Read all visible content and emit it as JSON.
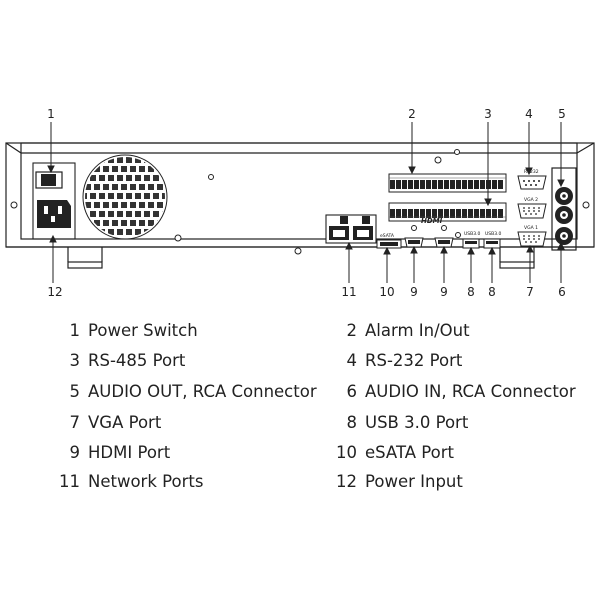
{
  "device_labels": {
    "hdmi_logo": "HDMI",
    "rs232": "RS232",
    "vga1": "VGA 1",
    "vga2": "VGA 2",
    "esata": "eSATA",
    "usb3_a": "USB3.0",
    "usb3_b": "USB3.0"
  },
  "callouts": [
    "1",
    "2",
    "3",
    "4",
    "5",
    "11",
    "10",
    "9",
    "9",
    "8",
    "8",
    "7",
    "6",
    "12"
  ],
  "legend": [
    {
      "num": "1",
      "label": "Power Switch"
    },
    {
      "num": "2",
      "label": "Alarm In/Out"
    },
    {
      "num": "3",
      "label": "RS-485 Port"
    },
    {
      "num": "4",
      "label": "RS-232 Port"
    },
    {
      "num": "5",
      "label": "AUDIO OUT, RCA Connector"
    },
    {
      "num": "6",
      "label": "AUDIO IN, RCA Connector"
    },
    {
      "num": "7",
      "label": "VGA Port"
    },
    {
      "num": "8",
      "label": "USB 3.0 Port"
    },
    {
      "num": "9",
      "label": "HDMI Port"
    },
    {
      "num": "10",
      "label": "eSATA Port"
    },
    {
      "num": "11",
      "label": "Network Ports"
    },
    {
      "num": "12",
      "label": "Power Input"
    }
  ]
}
